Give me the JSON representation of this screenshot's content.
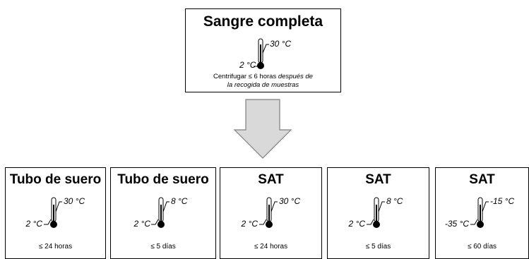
{
  "source": {
    "title": "Sangre completa",
    "temp_high": "30 °C",
    "temp_low": "2 °C",
    "note_plain": "Centrifugar ≤ 6 horas",
    "note_italic_1": "después de",
    "note_italic_2": "la recogida de muestras"
  },
  "targets": [
    {
      "title": "Tubo de suero",
      "temp_high": "30 °C",
      "temp_low": "2 °C",
      "duration": "≤ 24 horas"
    },
    {
      "title": "Tubo de suero",
      "temp_high": "8 °C",
      "temp_low": "2 °C",
      "duration": "≤ 5 días"
    },
    {
      "title": "SAT",
      "temp_high": "30 °C",
      "temp_low": "2 °C",
      "duration": "≤ 24 horas"
    },
    {
      "title": "SAT",
      "temp_high": "8 °C",
      "temp_low": "2 °C",
      "duration": "≤ 5 días"
    },
    {
      "title": "SAT",
      "temp_high": "-15 °C",
      "temp_low": "-35 °C",
      "duration": "≤ 60 días"
    }
  ],
  "colors": {
    "arrow_fill": "#d9d9d9",
    "arrow_stroke": "#7f7f7f",
    "border": "#000000"
  }
}
